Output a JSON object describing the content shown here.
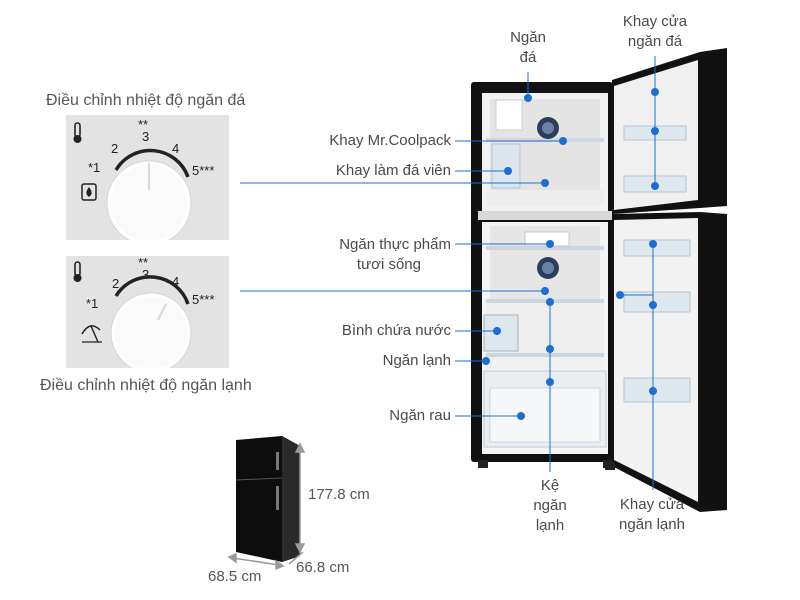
{
  "dials": {
    "freezer_title": "Điều chỉnh nhiệt độ ngăn đá",
    "fridge_title": "Điều chỉnh nhiệt độ ngăn lạnh",
    "scale": {
      "n1": "*1",
      "n2": "2",
      "n3": "3",
      "n3_stars": "**",
      "n4": "4",
      "n5": "5***"
    }
  },
  "labels": {
    "ngan_da_l1": "Ngăn",
    "ngan_da_l2": "đá",
    "khay_cua_da_l1": "Khay cửa",
    "khay_cua_da_l2": "ngăn đá",
    "coolpack": "Khay Mr.Coolpack",
    "lam_da": "Khay làm đá viên",
    "thuc_pham_l1": "Ngăn thực phẩm",
    "thuc_pham_l2": "tươi sống",
    "binh_nuoc": "Bình chứa nước",
    "ngan_lanh": "Ngăn lạnh",
    "ngan_rau": "Ngăn rau",
    "ke_l1": "Kệ",
    "ke_l2": "ngăn",
    "ke_l3": "lạnh",
    "khay_cua_lanh_l1": "Khay cửa",
    "khay_cua_lanh_l2": "ngăn lạnh"
  },
  "dimensions": {
    "height": "177.8 cm",
    "width": "68.5 cm",
    "depth": "66.8 cm"
  },
  "colors": {
    "accent": "#1c6fd1",
    "fridge_body": "#111111",
    "liner": "#f0f0f0",
    "dial_bg": "#e3e3e3"
  }
}
